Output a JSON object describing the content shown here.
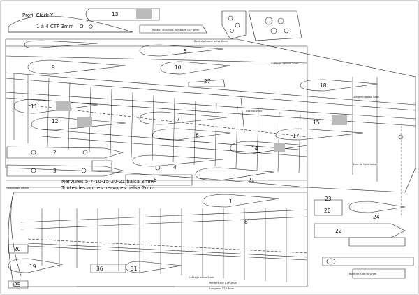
{
  "profile_title": "Profil Clark Y",
  "profile_subtitle": "1 à 4 CTP 3mm",
  "hole_mark": "O",
  "ribs_note_line1": "Nervures 5-7-10-15-20-21 balsa 3mm",
  "ribs_note_line2": "Toutes les autres nervures balsa 2mm",
  "spar_label": "Axe nouveau",
  "small_notes": [
    "Renfort structure flambage CTP 3mm",
    "Bord d'attaque balsa 6mm",
    "Coffrage dessus 1mm",
    "Longeron balsa 3x10",
    "Bord de fuite balsa",
    "Haubanage dièdre",
    "Coffrage balsa 2mm",
    "Renfort aile CTP 3mm",
    "Bord de fuite du profil",
    "Longeron CTP 3mm"
  ],
  "part_numbers": [
    "13",
    "5",
    "9",
    "10",
    "27",
    "18",
    "11",
    "12",
    "7",
    "17",
    "14",
    "2",
    "4",
    "3",
    "16",
    "21",
    "23",
    "1",
    "26",
    "24",
    "22",
    "20",
    "19",
    "25",
    "31",
    "36",
    "6",
    "8",
    "15"
  ]
}
